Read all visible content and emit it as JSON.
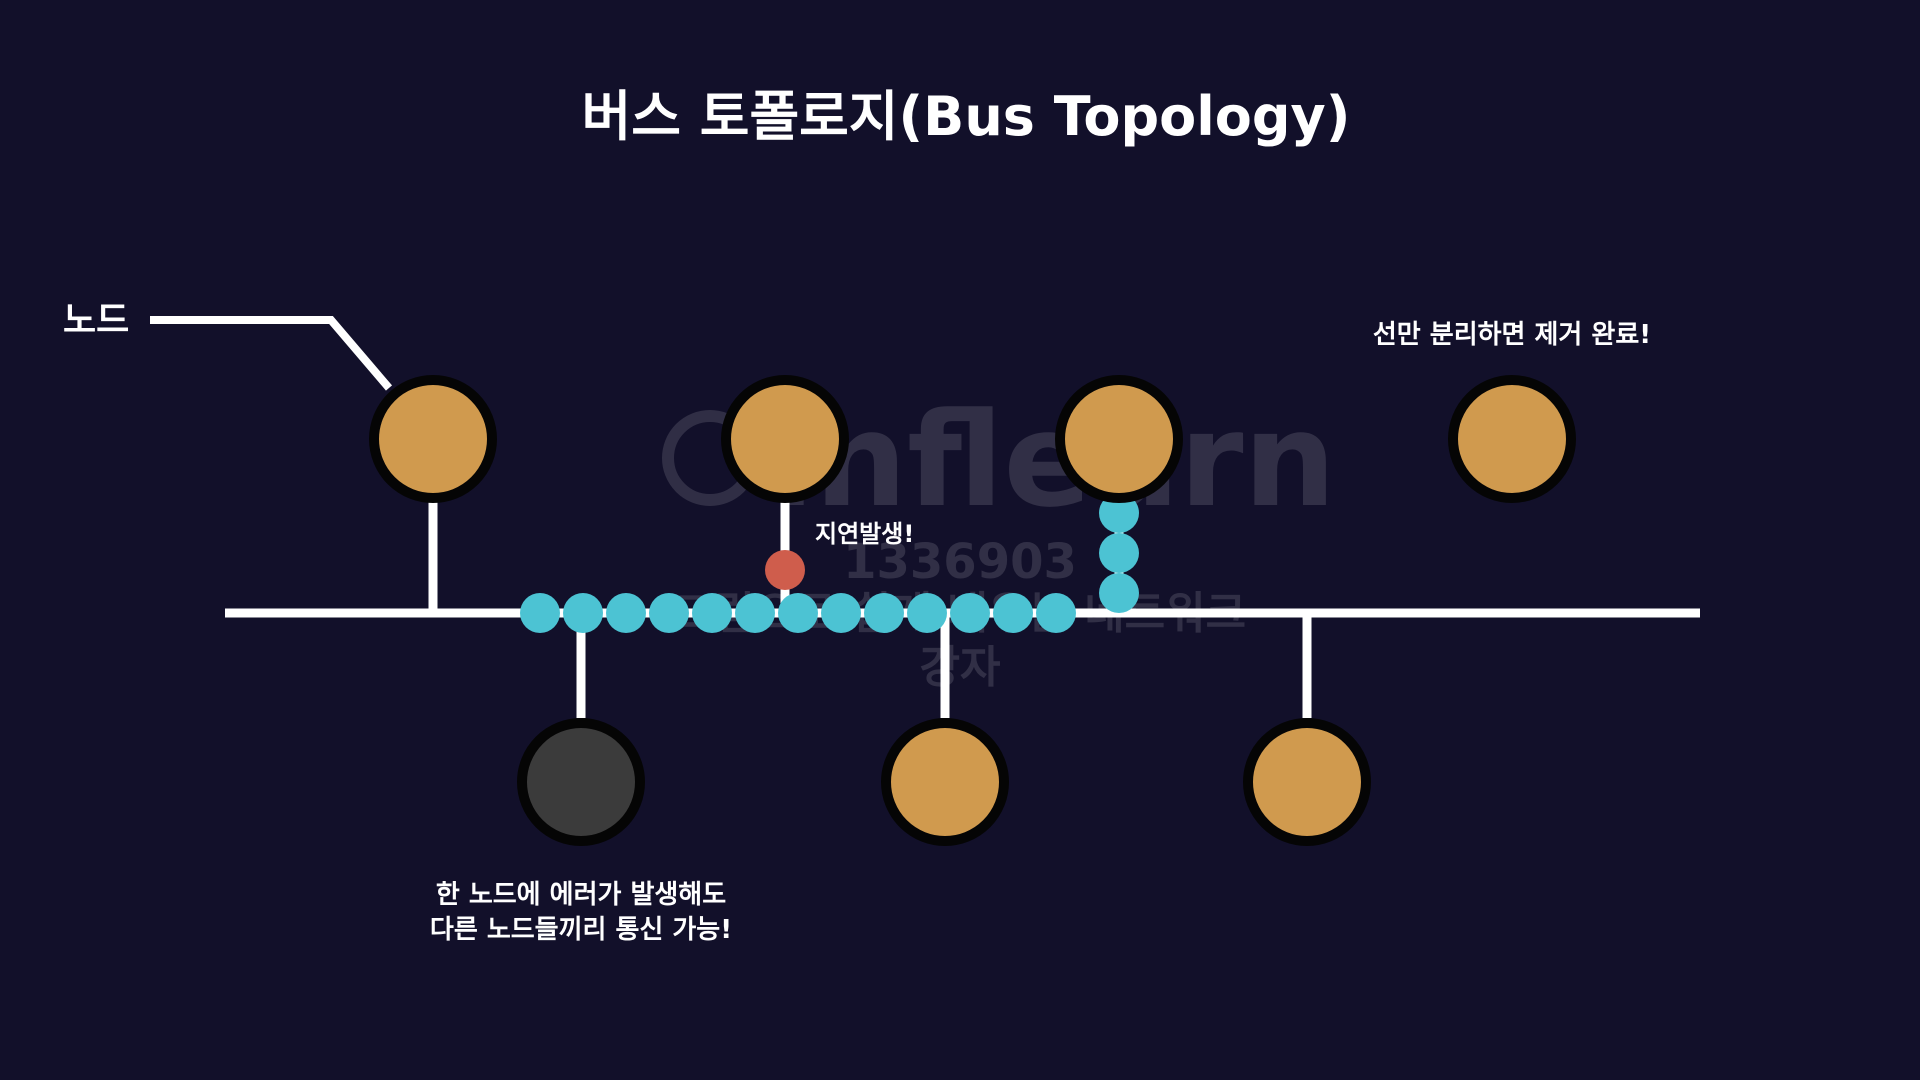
{
  "title": "버스 토폴로지(Bus Topology)",
  "annotations": {
    "node_label": "노드",
    "delay": "지연발생!",
    "removal": "선만 분리하면 제거 완료!",
    "error_line1": "한 노드에 에러가 발생해도",
    "error_line2": "다른 노드들끼리 통신 가능!"
  },
  "watermark": {
    "logo": "inflearn",
    "id": "1336903",
    "line1": "그림으로 쉽게 배우는 네트워크",
    "line2": "강자"
  },
  "colors": {
    "background": "#12102a",
    "node": "#d09a4e",
    "node_failed": "#3b3b3b",
    "node_outline": "#050505",
    "bus_line": "#ffffff",
    "signal": "#4cc3d3",
    "delay_dot": "#cf5d4c",
    "text": "#ffffff"
  },
  "nodes": [
    {
      "id": "node-top-1",
      "status": "normal"
    },
    {
      "id": "node-top-2",
      "status": "normal"
    },
    {
      "id": "node-top-3",
      "status": "normal"
    },
    {
      "id": "node-top-4",
      "status": "detached"
    },
    {
      "id": "node-bottom-1",
      "status": "error"
    },
    {
      "id": "node-bottom-2",
      "status": "normal"
    },
    {
      "id": "node-bottom-3",
      "status": "normal"
    }
  ]
}
